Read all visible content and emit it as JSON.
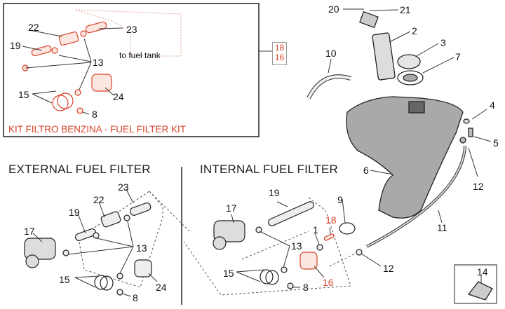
{
  "kit_box": {
    "title": "KIT FILTRO BENZINA - FUEL FILTER KIT",
    "note": "to fuel tank",
    "callouts": [
      "22",
      "23",
      "19",
      "13",
      "15",
      "24",
      "8"
    ]
  },
  "reference_box": {
    "items": [
      "18",
      "16"
    ]
  },
  "sections": {
    "external": {
      "title": "EXTERNAL FUEL FILTER",
      "callouts": [
        "23",
        "22",
        "19",
        "17",
        "13",
        "15",
        "24",
        "8"
      ]
    },
    "internal": {
      "title": "INTERNAL FUEL FILTER",
      "callouts": [
        "19",
        "17",
        "9",
        "18",
        "1",
        "13",
        "15",
        "16",
        "8",
        "12"
      ]
    }
  },
  "tank_assembly": {
    "callouts": [
      "20",
      "21",
      "2",
      "3",
      "7",
      "10",
      "4",
      "5",
      "6",
      "12",
      "11",
      "12"
    ]
  },
  "inset": {
    "callouts": [
      "14"
    ]
  },
  "colors": {
    "highlight": "#d9432a",
    "tank_fill": "#a9a9a9",
    "line": "#222222"
  }
}
